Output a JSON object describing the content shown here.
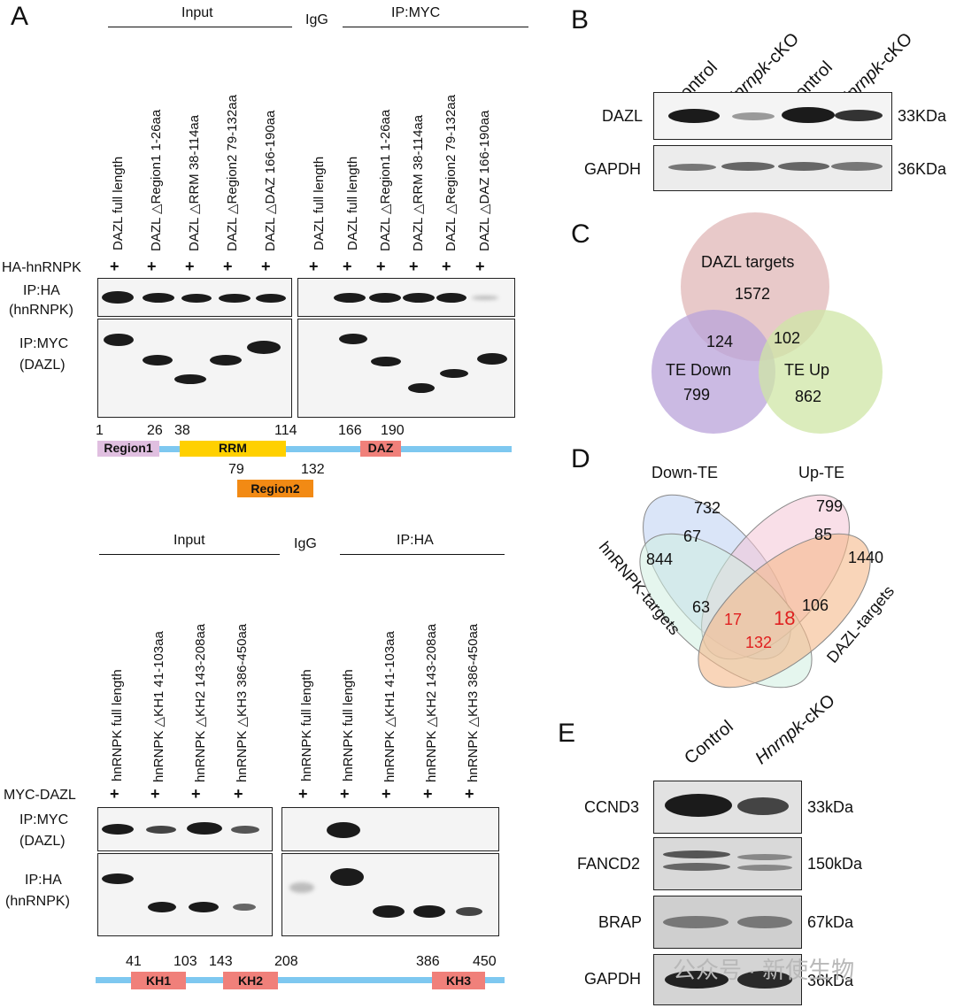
{
  "panels": {
    "A": "A",
    "B": "B",
    "C": "C",
    "D": "D",
    "E": "E"
  },
  "panelA_top": {
    "header_input": "Input",
    "header_igg": "IgG",
    "header_ip": "IP:MYC",
    "lanes": [
      "DAZL full length",
      "DAZL △Region1 1-26aa",
      "DAZL △RRM 38-114aa",
      "DAZL △Region2 79-132aa",
      "DAZL △DAZ 166-190aa",
      "DAZL full length",
      "DAZL full length",
      "DAZL △Region1 1-26aa",
      "DAZL △RRM 38-114aa",
      "DAZL △Region2 79-132aa",
      "DAZL △DAZ 166-190aa"
    ],
    "row_label": "HA-hnRNPK",
    "plus": "+",
    "blot1_label_a": "IP:HA",
    "blot1_label_b": "(hnRNPK)",
    "blot2_label_a": "IP:MYC",
    "blot2_label_b": "(DAZL)",
    "map_numbers": [
      "1",
      "26",
      "38",
      "114",
      "166",
      "190",
      "79",
      "132"
    ],
    "domains": {
      "region1": "Region1",
      "rrm": "RRM",
      "daz": "DAZ",
      "region2": "Region2"
    }
  },
  "panelA_bottom": {
    "header_input": "Input",
    "header_igg": "IgG",
    "header_ip": "IP:HA",
    "lanes": [
      "hnRNPK full length",
      "hnRNPK △KH1 41-103aa",
      "hnRNPK △KH2 143-208aa",
      "hnRNPK △KH3 386-450aa",
      "hnRNPK full length",
      "hnRNPK full length",
      "hnRNPK △KH1 41-103aa",
      "hnRNPK △KH2 143-208aa",
      "hnRNPK △KH3 386-450aa"
    ],
    "row_label": "MYC-DAZL",
    "blot1_label_a": "IP:MYC",
    "blot1_label_b": "(DAZL)",
    "blot2_label_a": "IP:HA",
    "blot2_label_b": "(hnRNPK)",
    "map_numbers": [
      "41",
      "103",
      "143",
      "208",
      "386",
      "450"
    ],
    "domains": {
      "kh1": "KH1",
      "kh2": "KH2",
      "kh3": "KH3"
    }
  },
  "panelB": {
    "cols": [
      "Control",
      "-cKO",
      "Control",
      "-cKO"
    ],
    "gene_italic": "Hnrnpk",
    "rows": [
      "DAZL",
      "GAPDH"
    ],
    "sizes": [
      "33KDa",
      "36KDa"
    ]
  },
  "panelC": {
    "sets": [
      {
        "name": "DAZL targets",
        "count": "1572",
        "color": "#e6c3c3"
      },
      {
        "name": "TE Down",
        "count": "799",
        "color": "#b9a3d9"
      },
      {
        "name": "TE Up",
        "count": "862",
        "color": "#cfe6a6"
      }
    ],
    "overlaps": {
      "dazl_tedown": "124",
      "dazl_teup": "102"
    }
  },
  "panelD": {
    "set_labels": [
      "Down-TE",
      "Up-TE",
      "hnRNPK-targets",
      "DAZL-targets"
    ],
    "numbers": {
      "n732": "732",
      "n799": "799",
      "n67": "67",
      "n85": "85",
      "n844": "844",
      "n1440": "1440",
      "n63": "63",
      "n106": "106",
      "n17": "17",
      "n18": "18",
      "n132": "132"
    },
    "highlight_color": "#e02020"
  },
  "panelE": {
    "cols": [
      "Control",
      "-cKO"
    ],
    "gene_italic": "Hnrnpk",
    "rows": [
      "CCND3",
      "FANCD2",
      "BRAP",
      "GAPDH"
    ],
    "sizes": [
      "33kDa",
      "150kDa",
      "67kDa",
      "36kDa"
    ],
    "watermark": "公众号 · 新使生物"
  }
}
